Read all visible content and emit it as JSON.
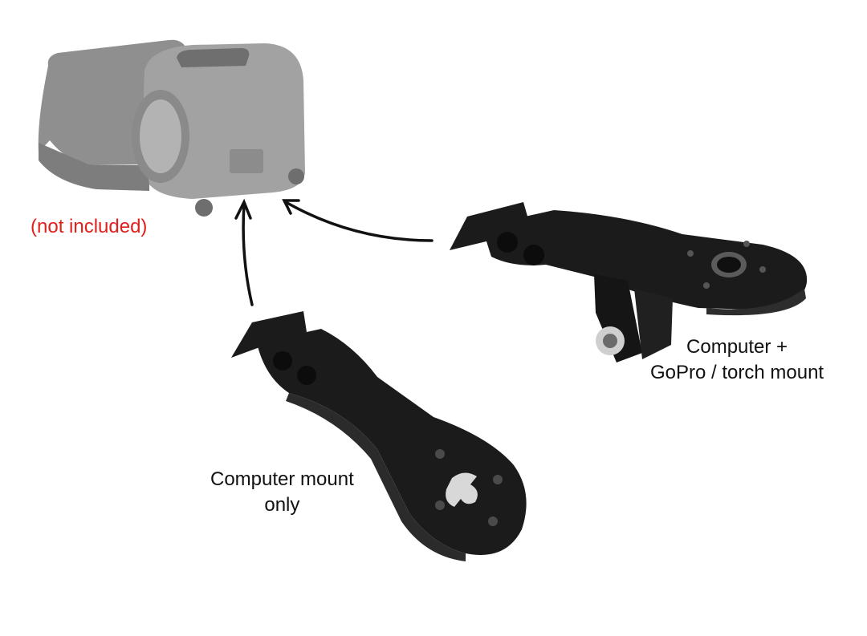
{
  "labels": {
    "not_included": "(not included)",
    "gopro_line1": "Computer +",
    "gopro_line2": "GoPro / torch mount",
    "computer_only_line1": "Computer mount",
    "computer_only_line2": "only"
  },
  "colors": {
    "background": "#ffffff",
    "not_included_text": "#e0201b",
    "text": "#111111",
    "stem": "#9a9a9a",
    "stem_dark": "#7d7d7d",
    "mount": "#1b1b1b",
    "arrow": "#111111"
  }
}
